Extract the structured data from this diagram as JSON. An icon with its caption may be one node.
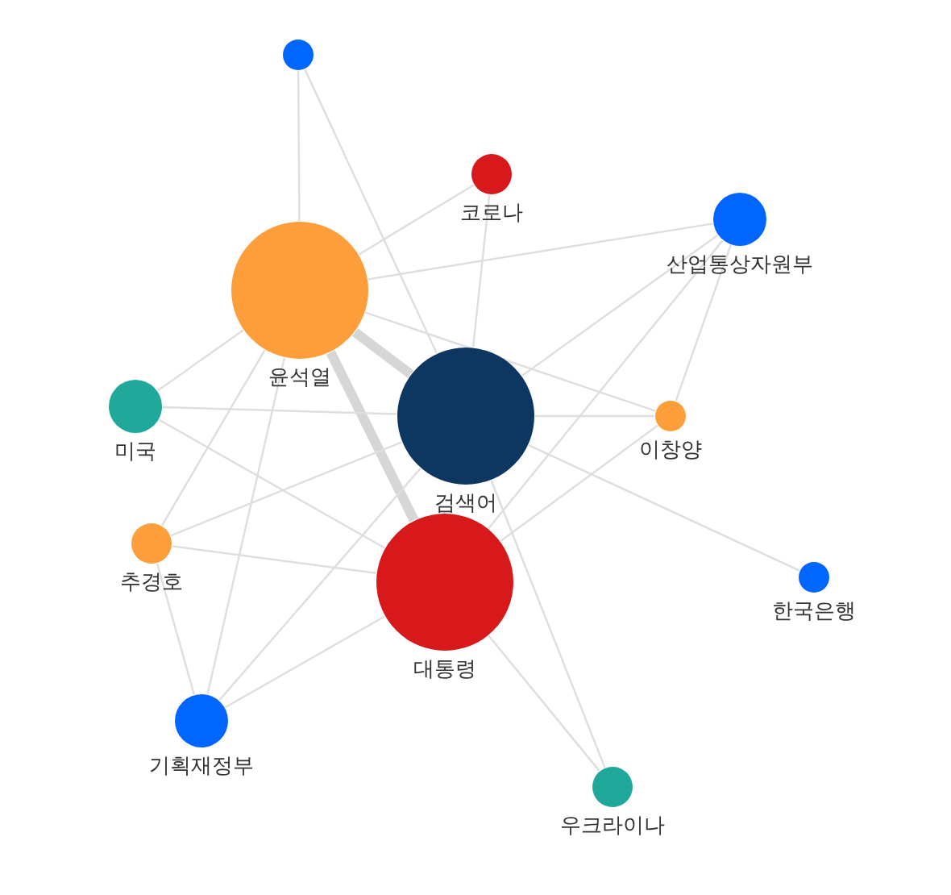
{
  "diagram": {
    "nodes": [
      {
        "text": [],
        "shape": "circle"
      },
      {
        "text": [
          "코로나"
        ]
      },
      {
        "text": [
          "산업통상자원부"
        ]
      },
      {
        "text": [
          "윤석열"
        ]
      },
      {
        "text": [
          "미국"
        ]
      },
      {
        "text": [
          "검색어"
        ]
      },
      {
        "text": [
          "이창양"
        ]
      },
      {
        "text": [
          "추경호"
        ]
      },
      {
        "text": [
          "대통령"
        ]
      },
      {
        "text": [
          "한국은행"
        ]
      },
      {
        "text": [
          "기획재정부"
        ]
      },
      {
        "text": [
          "우크라이나"
        ]
      }
    ],
    "edges": [
      {
        "from": 0,
        "to": 3,
        "arrow": "none"
      },
      {
        "from": 0,
        "to": 5,
        "arrow": "none"
      },
      {
        "from": 1,
        "to": 3,
        "arrow": "none"
      },
      {
        "from": 1,
        "to": 5,
        "arrow": "none"
      },
      {
        "from": 2,
        "to": 3,
        "arrow": "none"
      },
      {
        "from": 2,
        "to": 5,
        "arrow": "none"
      },
      {
        "from": 2,
        "to": 8,
        "arrow": "none"
      },
      {
        "from": 2,
        "to": 6,
        "arrow": "none"
      },
      {
        "from": 3,
        "to": 5,
        "arrow": "none",
        "style": "thick"
      },
      {
        "from": 3,
        "to": 8,
        "arrow": "none",
        "style": "thick"
      },
      {
        "from": 3,
        "to": 6,
        "arrow": "none"
      },
      {
        "from": 3,
        "to": 4,
        "arrow": "none"
      },
      {
        "from": 3,
        "to": 7,
        "arrow": "none"
      },
      {
        "from": 3,
        "to": 10,
        "arrow": "none"
      },
      {
        "from": 4,
        "to": 5,
        "arrow": "none"
      },
      {
        "from": 4,
        "to": 8,
        "arrow": "none"
      },
      {
        "from": 5,
        "to": 6,
        "arrow": "none"
      },
      {
        "from": 5,
        "to": 7,
        "arrow": "none"
      },
      {
        "from": 5,
        "to": 9,
        "arrow": "none"
      },
      {
        "from": 5,
        "to": 11,
        "arrow": "none"
      },
      {
        "from": 8,
        "to": 11,
        "arrow": "none"
      },
      {
        "from": 8,
        "to": 6,
        "arrow": "none"
      },
      {
        "from": 7,
        "to": 8,
        "arrow": "none"
      },
      {
        "from": 7,
        "to": 10,
        "arrow": "none"
      },
      {
        "from": 10,
        "to": 5,
        "arrow": "none"
      },
      {
        "from": 10,
        "to": 8,
        "arrow": "none"
      }
    ]
  }
}
